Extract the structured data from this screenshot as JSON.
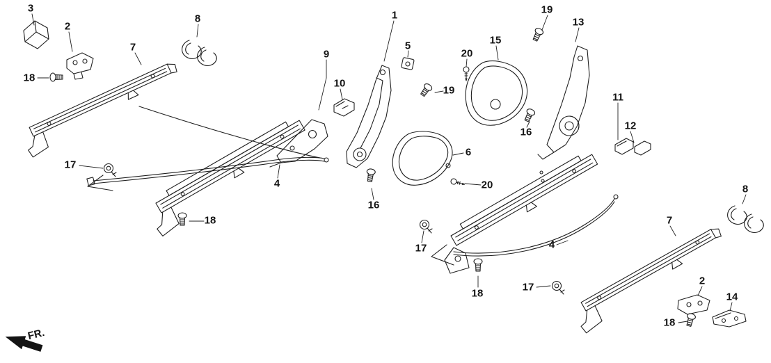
{
  "diagram": {
    "fr_label": "FR.",
    "labels": [
      "3",
      "2",
      "18",
      "7",
      "8",
      "9",
      "10",
      "1",
      "5",
      "20",
      "15",
      "19",
      "13",
      "19",
      "11",
      "12",
      "16",
      "6",
      "16",
      "20",
      "4",
      "17",
      "18",
      "17",
      "18",
      "4",
      "7",
      "8",
      "17",
      "2",
      "14",
      "18"
    ]
  }
}
